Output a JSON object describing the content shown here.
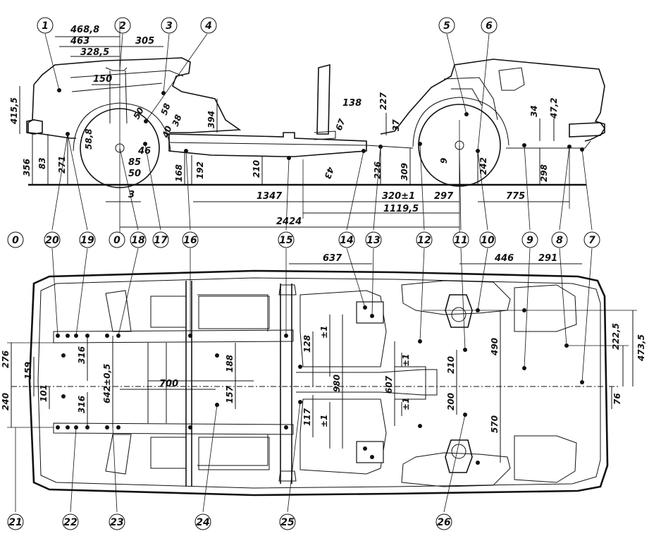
{
  "callouts": [
    {
      "n": "1"
    },
    {
      "n": "2"
    },
    {
      "n": "3"
    },
    {
      "n": "4"
    },
    {
      "n": "5"
    },
    {
      "n": "6"
    },
    {
      "n": "7"
    },
    {
      "n": "8"
    },
    {
      "n": "9"
    },
    {
      "n": "10"
    },
    {
      "n": "11"
    },
    {
      "n": "12"
    },
    {
      "n": "13"
    },
    {
      "n": "14"
    },
    {
      "n": "15"
    },
    {
      "n": "16"
    },
    {
      "n": "17"
    },
    {
      "n": "18"
    },
    {
      "n": "19"
    },
    {
      "n": "20"
    },
    {
      "n": "21"
    },
    {
      "n": "22"
    },
    {
      "n": "23"
    },
    {
      "n": "24"
    },
    {
      "n": "25"
    },
    {
      "n": "26"
    },
    {
      "n": "0"
    },
    {
      "n": "0"
    }
  ],
  "side_dims": [
    "468,8",
    "463",
    "328,5",
    "305",
    "150",
    "415,5",
    "356",
    "83",
    "271",
    "58,8",
    "85",
    "50",
    "46",
    "40",
    "58",
    "38",
    "50",
    "394",
    "168",
    "192",
    "210",
    "138",
    "67",
    "227",
    "37",
    "43",
    "226",
    "309",
    "9",
    "242",
    "34",
    "47,2",
    "298",
    "3",
    "1347",
    "320±1",
    "297",
    "775",
    "1119,5",
    "2424"
  ],
  "plan_dims": [
    "637",
    "446",
    "291",
    "276",
    "159",
    "101",
    "240",
    "316",
    "316",
    "642±0,5",
    "700",
    "188",
    "157",
    "128",
    "±1",
    "117",
    "±1",
    "980",
    "607",
    "±1",
    "±1",
    "210",
    "200",
    "490",
    "570",
    "222,5",
    "473,5",
    "76"
  ]
}
